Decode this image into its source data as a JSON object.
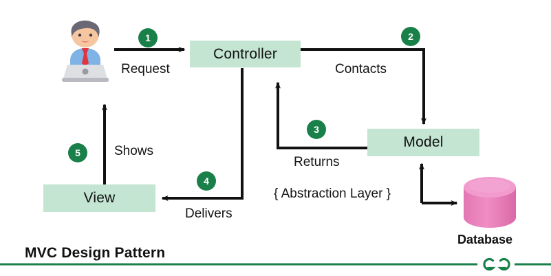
{
  "diagram": {
    "title": "MVC Design Pattern",
    "nodes": [
      {
        "id": "controller",
        "label": "Controller"
      },
      {
        "id": "model",
        "label": "Model"
      },
      {
        "id": "view",
        "label": "View"
      }
    ],
    "actors": [
      {
        "id": "user",
        "icon": "user-at-laptop-icon",
        "label": ""
      },
      {
        "id": "database",
        "icon": "database-cylinder-icon",
        "label": "Database"
      }
    ],
    "edges": [
      {
        "step": "1",
        "label": "Request",
        "from": "user",
        "to": "controller"
      },
      {
        "step": "2",
        "label": "Contacts",
        "from": "controller",
        "to": "model"
      },
      {
        "step": "3",
        "label": "Returns",
        "from": "model",
        "to": "controller"
      },
      {
        "step": "4",
        "label": "Delivers",
        "from": "controller",
        "to": "view"
      },
      {
        "step": "5",
        "label": "Shows",
        "from": "view",
        "to": "user"
      }
    ],
    "note": "{ Abstraction Layer }",
    "colors": {
      "node_fill": "#c3e5d1",
      "badge": "#1a8049",
      "accent_line": "#1a8049",
      "database": "#e984bd",
      "stroke": "#111111"
    }
  },
  "footer": {
    "brand": "gfg-logo"
  }
}
